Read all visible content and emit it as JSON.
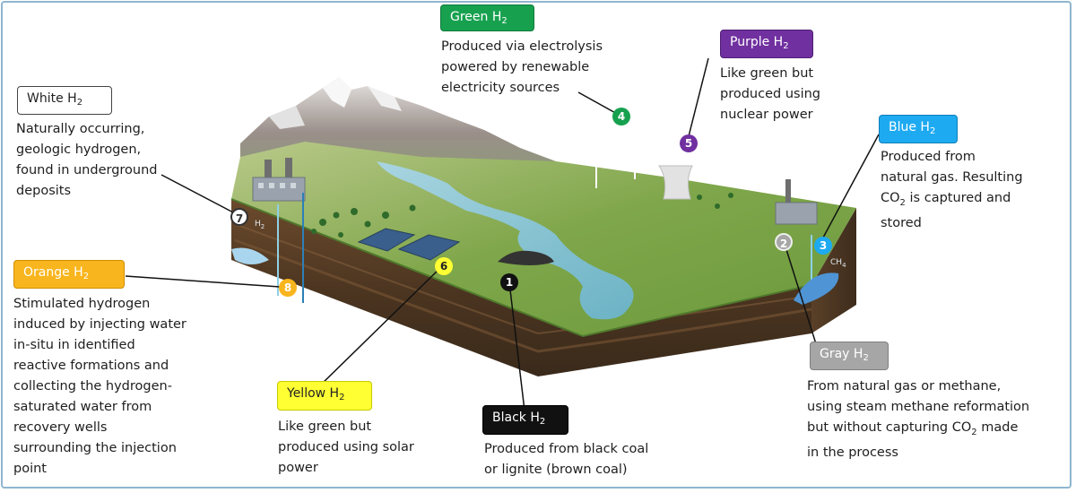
{
  "types": {
    "green": {
      "color": "#17a14f",
      "num": "4",
      "label_a": "Green H",
      "label_sub": "2",
      "desc": [
        "Produced via electrolysis",
        "powered by renewable",
        "electricity sources"
      ]
    },
    "purple": {
      "color": "#7030a0",
      "num": "5",
      "label_a": "Purple H",
      "label_sub": "2",
      "desc": [
        "Like green but",
        "produced using",
        "nuclear power"
      ]
    },
    "white": {
      "color": "#ffffff",
      "num": "7",
      "label_a": "White H",
      "label_sub": "2",
      "desc": [
        "Naturally occurring,",
        "geologic hydrogen,",
        "found in underground",
        "deposits"
      ]
    },
    "blue": {
      "color": "#1eaaf1",
      "num": "3",
      "label_a": "Blue H",
      "label_sub": "2",
      "desc_l1": "Produced from",
      "desc_l2": "natural gas. Resulting",
      "desc_l3_a": "CO",
      "desc_l3_sub": "2",
      "desc_l3_b": " is captured and",
      "desc_l4": "stored"
    },
    "orange": {
      "color": "#f9b51d",
      "num": "8",
      "label_a": "Orange H",
      "label_sub": "2",
      "desc": [
        "Stimulated hydrogen",
        "induced by injecting water",
        "in-situ in identified",
        "reactive formations and",
        "collecting the hydrogen-",
        "saturated water from",
        "recovery wells",
        "surrounding the injection",
        "point"
      ]
    },
    "yellow": {
      "color": "#ffff33",
      "num": "6",
      "label_a": "Yellow H",
      "label_sub": "2",
      "desc": [
        "Like green but",
        "produced using solar",
        "power"
      ]
    },
    "black": {
      "color": "#111111",
      "num": "1",
      "label_a": "Black H",
      "label_sub": "2",
      "desc": [
        "Produced from black coal",
        "or lignite (brown coal)"
      ]
    },
    "gray": {
      "color": "#a6a6a6",
      "num": "2",
      "label_a": "Gray H",
      "label_sub": "2",
      "desc_l1": "From natural gas or methane,",
      "desc_l2": "using steam methane reformation",
      "desc_l3_a": "but without capturing CO",
      "desc_l3_sub": "2",
      "desc_l3_b": " made",
      "desc_l4": "in the process"
    }
  },
  "scene": {
    "well_left_label": "H",
    "well_right_label": "CH"
  }
}
